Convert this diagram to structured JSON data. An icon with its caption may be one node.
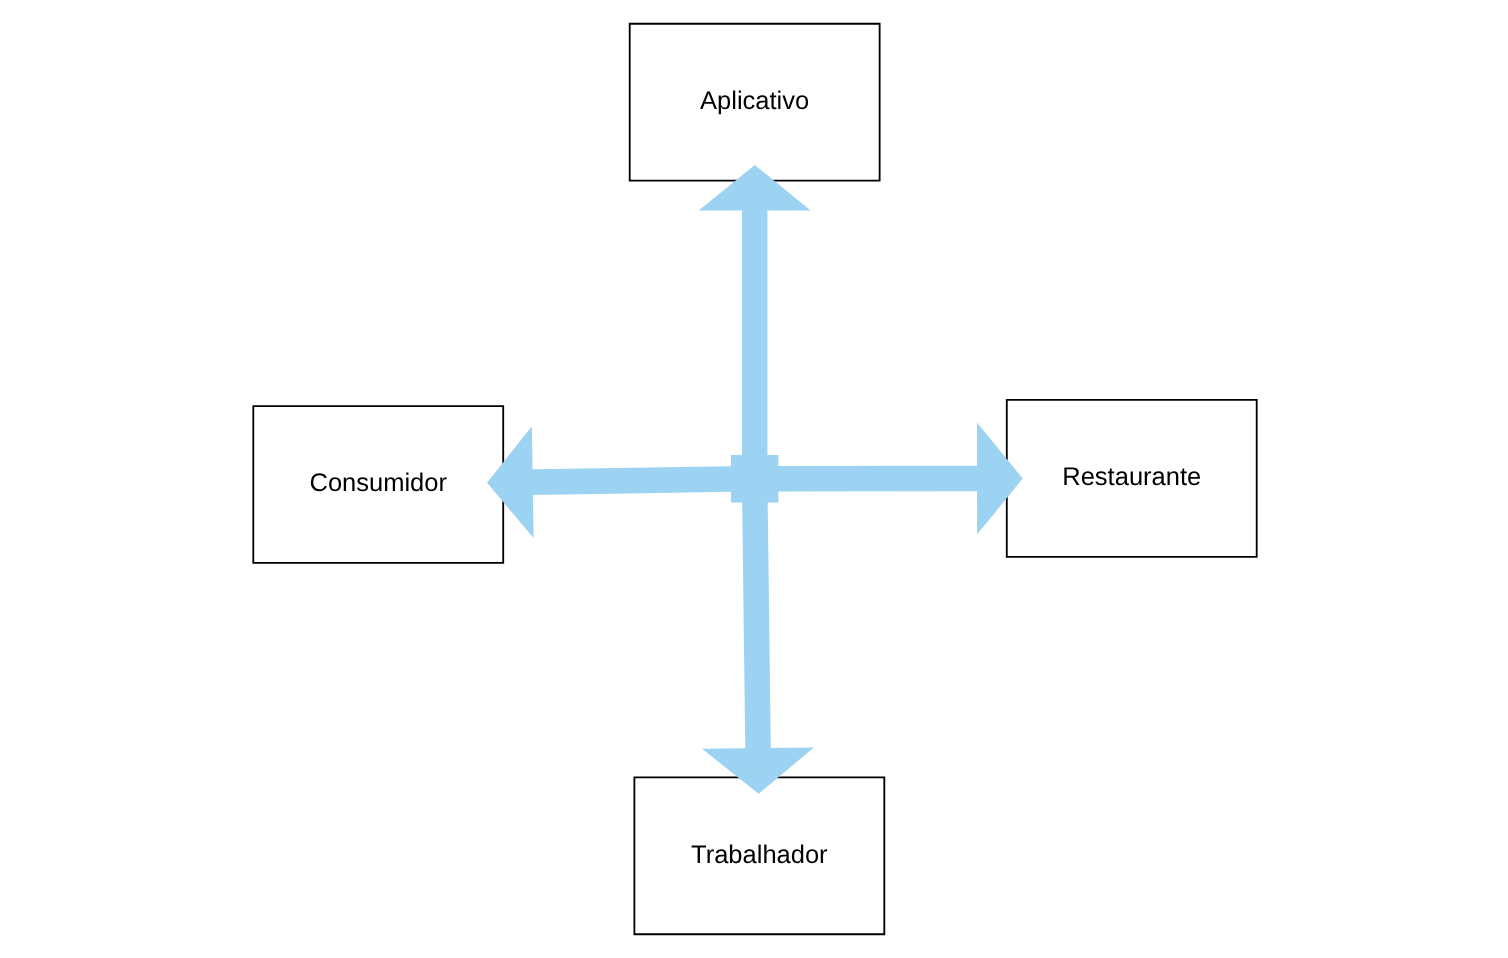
{
  "diagram": {
    "nodes": [
      {
        "text": [
          "Aplicativo"
        ]
      },
      {
        "text": [
          "Consumidor"
        ]
      },
      {
        "text": [],
        "shape": "cross"
      },
      {
        "text": [
          "Restaurante"
        ]
      },
      {
        "text": [
          "Trabalhador"
        ]
      }
    ],
    "edges": [
      {
        "from": 2,
        "to": 0,
        "arrow": "to",
        "color": "#9dd3f2"
      },
      {
        "from": 2,
        "to": 1,
        "arrow": "to",
        "color": "#9dd3f2"
      },
      {
        "from": 2,
        "to": 3,
        "arrow": "to",
        "color": "#9dd3f2"
      },
      {
        "from": 2,
        "to": 4,
        "arrow": "to",
        "color": "#9dd3f2"
      }
    ]
  }
}
